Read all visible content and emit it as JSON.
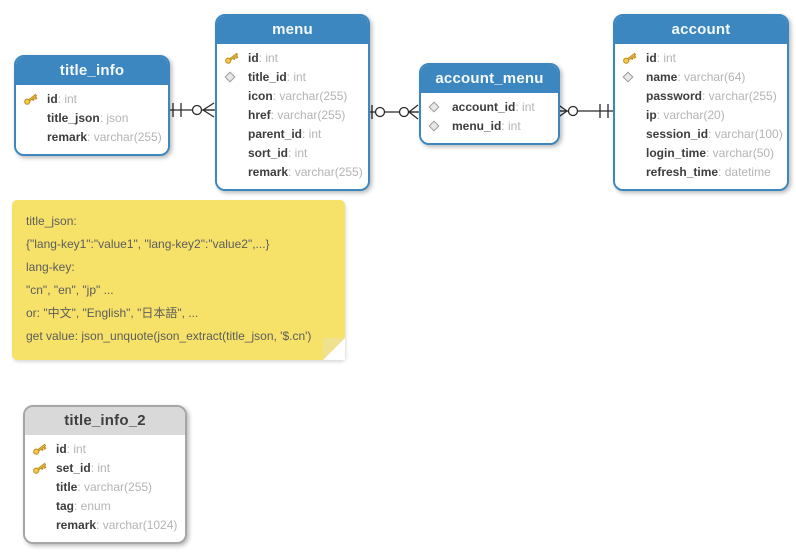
{
  "diagram": {
    "entities": [
      {
        "name": "title_info",
        "style": "blue",
        "fields": [
          {
            "icon": "key",
            "name": "id",
            "type": "int"
          },
          {
            "icon": "none",
            "name": "title_json",
            "type": "json"
          },
          {
            "icon": "none",
            "name": "remark",
            "type": "varchar(255)"
          }
        ]
      },
      {
        "name": "menu",
        "style": "blue",
        "fields": [
          {
            "icon": "key",
            "name": "id",
            "type": "int"
          },
          {
            "icon": "diamond",
            "name": "title_id",
            "type": "int"
          },
          {
            "icon": "none",
            "name": "icon",
            "type": "varchar(255)"
          },
          {
            "icon": "none",
            "name": "href",
            "type": "varchar(255)"
          },
          {
            "icon": "none",
            "name": "parent_id",
            "type": "int"
          },
          {
            "icon": "none",
            "name": "sort_id",
            "type": "int"
          },
          {
            "icon": "none",
            "name": "remark",
            "type": "varchar(255)"
          }
        ]
      },
      {
        "name": "account_menu",
        "style": "blue",
        "fields": [
          {
            "icon": "diamond",
            "name": "account_id",
            "type": "int"
          },
          {
            "icon": "diamond",
            "name": "menu_id",
            "type": "int"
          }
        ]
      },
      {
        "name": "account",
        "style": "blue",
        "fields": [
          {
            "icon": "key",
            "name": "id",
            "type": "int"
          },
          {
            "icon": "diamond",
            "name": "name",
            "type": "varchar(64)"
          },
          {
            "icon": "none",
            "name": "password",
            "type": "varchar(255)"
          },
          {
            "icon": "none",
            "name": "ip",
            "type": "varchar(20)"
          },
          {
            "icon": "none",
            "name": "session_id",
            "type": "varchar(100)"
          },
          {
            "icon": "none",
            "name": "login_time",
            "type": "varchar(50)"
          },
          {
            "icon": "none",
            "name": "refresh_time",
            "type": "datetime"
          }
        ]
      },
      {
        "name": "title_info_2",
        "style": "gray",
        "fields": [
          {
            "icon": "key",
            "name": "id",
            "type": "int"
          },
          {
            "icon": "key",
            "name": "set_id",
            "type": "int"
          },
          {
            "icon": "none",
            "name": "title",
            "type": "varchar(255)"
          },
          {
            "icon": "none",
            "name": "tag",
            "type": "enum"
          },
          {
            "icon": "none",
            "name": "remark",
            "type": "varchar(1024)"
          }
        ]
      }
    ],
    "note": {
      "lines": [
        "title_json:",
        "{\"lang-key1\":\"value1\", \"lang-key2\":\"value2\",...}",
        "lang-key:",
        "\"cn\", \"en\", \"jp\" ...",
        "or: \"中文\", \"English\", \"日本語\", ...",
        "get value: json_unquote(json_extract(title_json, '$.cn')"
      ]
    },
    "connectors": [
      {
        "from": "title_info",
        "to": "menu",
        "from_cardinality": "exactly-one",
        "to_cardinality": "zero-or-many"
      },
      {
        "from": "menu",
        "to": "account_menu",
        "from_cardinality": "zero-or-one",
        "to_cardinality": "zero-or-many"
      },
      {
        "from": "account_menu",
        "to": "account",
        "from_cardinality": "zero-or-many",
        "to_cardinality": "exactly-one"
      }
    ],
    "colors": {
      "entity_header_blue": "#3c87bf",
      "entity_header_gray": "#d9d9d9",
      "entity_border_gray": "#a6a6a6",
      "note_background": "#f7e269",
      "connector_line": "#2b2b2b",
      "key_icon_gold": "#f5ca4d"
    }
  }
}
